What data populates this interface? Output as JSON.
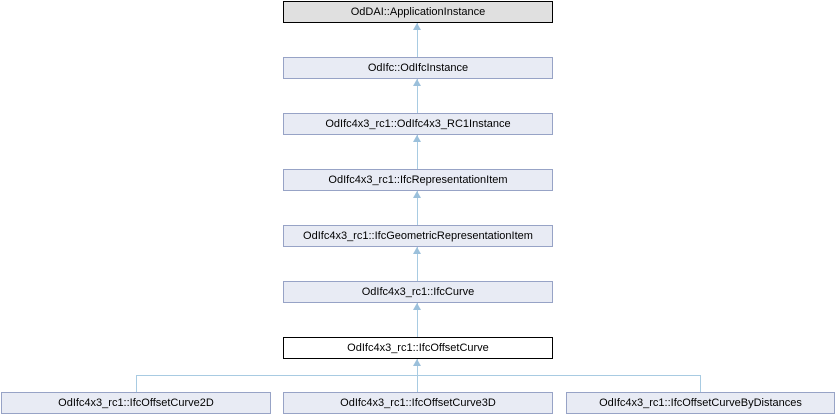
{
  "diagram": {
    "type": "class-inheritance-graph",
    "nodes": [
      {
        "label": "OdDAI::ApplicationInstance",
        "style": "external-gray"
      },
      {
        "label": "OdIfc::OdIfcInstance",
        "style": "linked"
      },
      {
        "label": "OdIfc4x3_rc1::OdIfc4x3_RC1Instance",
        "style": "linked"
      },
      {
        "label": "OdIfc4x3_rc1::IfcRepresentationItem",
        "style": "linked"
      },
      {
        "label": "OdIfc4x3_rc1::IfcGeometricRepresentationItem",
        "style": "linked"
      },
      {
        "label": "OdIfc4x3_rc1::IfcCurve",
        "style": "linked"
      },
      {
        "label": "OdIfc4x3_rc1::IfcOffsetCurve",
        "style": "current"
      },
      {
        "label": "OdIfc4x3_rc1::IfcOffsetCurve2D",
        "style": "linked"
      },
      {
        "label": "OdIfc4x3_rc1::IfcOffsetCurve3D",
        "style": "linked"
      },
      {
        "label": "OdIfc4x3_rc1::IfcOffsetCurveByDistances",
        "style": "linked"
      }
    ],
    "edges": [
      {
        "child": "OdIfc::OdIfcInstance",
        "parent": "OdDAI::ApplicationInstance"
      },
      {
        "child": "OdIfc4x3_rc1::OdIfc4x3_RC1Instance",
        "parent": "OdIfc::OdIfcInstance"
      },
      {
        "child": "OdIfc4x3_rc1::IfcRepresentationItem",
        "parent": "OdIfc4x3_rc1::OdIfc4x3_RC1Instance"
      },
      {
        "child": "OdIfc4x3_rc1::IfcGeometricRepresentationItem",
        "parent": "OdIfc4x3_rc1::IfcRepresentationItem"
      },
      {
        "child": "OdIfc4x3_rc1::IfcCurve",
        "parent": "OdIfc4x3_rc1::IfcGeometricRepresentationItem"
      },
      {
        "child": "OdIfc4x3_rc1::IfcOffsetCurve",
        "parent": "OdIfc4x3_rc1::IfcCurve"
      },
      {
        "child": "OdIfc4x3_rc1::IfcOffsetCurve2D",
        "parent": "OdIfc4x3_rc1::IfcOffsetCurve"
      },
      {
        "child": "OdIfc4x3_rc1::IfcOffsetCurve3D",
        "parent": "OdIfc4x3_rc1::IfcOffsetCurve"
      },
      {
        "child": "OdIfc4x3_rc1::IfcOffsetCurveByDistances",
        "parent": "OdIfc4x3_rc1::IfcOffsetCurve"
      }
    ],
    "colors": {
      "node_fill": "#E8EBF4",
      "node_border": "#97A3C6",
      "external_fill": "#E0E0E0",
      "external_border": "#000000",
      "current_fill": "#FFFFFF",
      "current_border": "#000000",
      "edge_line": "#A8CBE2",
      "edge_arrow": "#9BC0DB",
      "text": "#000000",
      "background": "#FFFFFF"
    }
  }
}
